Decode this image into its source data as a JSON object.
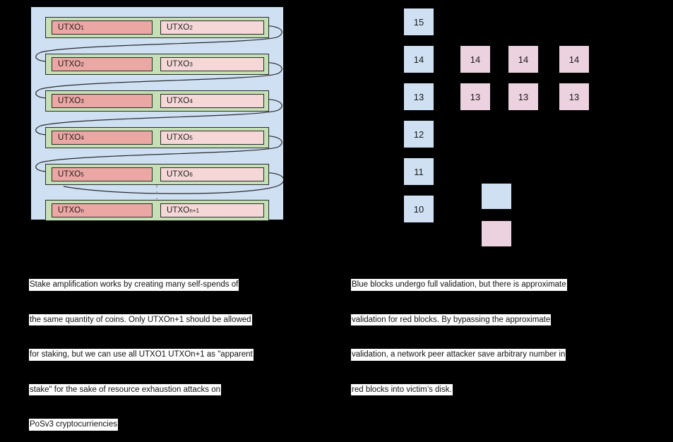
{
  "left_figure": {
    "name": "stake-amplification-diagram",
    "panel_color": "#cfe0f3",
    "row_color": "#c5e0b4",
    "spent_color": "#eba7a3",
    "unspent_color": "#f6d7d7",
    "rows": [
      {
        "spent": "UTXO",
        "spent_sub": "1",
        "unspent": "UTXO",
        "unspent_sub": "2"
      },
      {
        "spent": "UTXO",
        "spent_sub": "2",
        "unspent": "UTXO",
        "unspent_sub": "3"
      },
      {
        "spent": "UTXO",
        "spent_sub": "3",
        "unspent": "UTXO",
        "unspent_sub": "4"
      },
      {
        "spent": "UTXO",
        "spent_sub": "4",
        "unspent": "UTXO",
        "unspent_sub": "5"
      },
      {
        "spent": "UTXO",
        "spent_sub": "5",
        "unspent": "UTXO",
        "unspent_sub": "6"
      },
      {
        "spent": "UTXO",
        "spent_sub": "n",
        "unspent": "UTXO",
        "unspent_sub": "n+1"
      }
    ],
    "caption_lines": [
      "Stake amplification works by creating many self-spends of",
      "the same quantity of coins. Only UTXOn+1 should be allowed",
      "for staking, but we can use all UTXO1 UTXOn+1 as \"apparent",
      "stake\" for the sake of resource exhaustion attacks on",
      "PoSv3 cryptocurriencies"
    ]
  },
  "right_figure": {
    "name": "block-validation-diagram",
    "blue_color": "#cfe0f3",
    "pink_color": "#ecd2df",
    "main_chain": [
      "15",
      "14",
      "13",
      "12",
      "11",
      "10"
    ],
    "fork_rows": [
      {
        "height": "14",
        "blocks": [
          "14",
          "14",
          "14"
        ]
      },
      {
        "height": "13",
        "blocks": [
          "13",
          "13",
          "13"
        ]
      }
    ],
    "legend": [
      {
        "swatch": "blue",
        "label": ""
      },
      {
        "swatch": "pink",
        "label": ""
      }
    ],
    "caption_lines": [
      "Blue blocks undergo full validation, but there is approximate",
      "validation for red blocks. By bypassing the approximate",
      "validation, a network peer attacker save arbitrary number in",
      "red blocks into victim’s disk."
    ]
  }
}
